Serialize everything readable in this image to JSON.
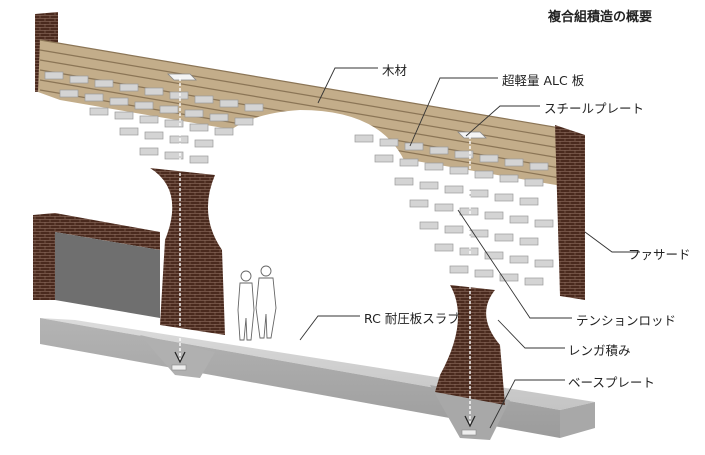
{
  "title": "複合組積造の概要",
  "labels": {
    "wood": "木材",
    "alc": "超軽量 ALC 板",
    "steel_plate": "スチールプレート",
    "facade": "ファサード",
    "tension_rod": "テンションロッド",
    "rc_slab": "RC 耐圧板スラブ",
    "brick": "レンガ積み",
    "base_plate": "ベースプレート"
  },
  "colors": {
    "wood": "#b59e7c",
    "alc": "#d2d2d2",
    "brick": "#4a2a1e",
    "concrete": "#c8c8c8",
    "leader": "#333333"
  }
}
